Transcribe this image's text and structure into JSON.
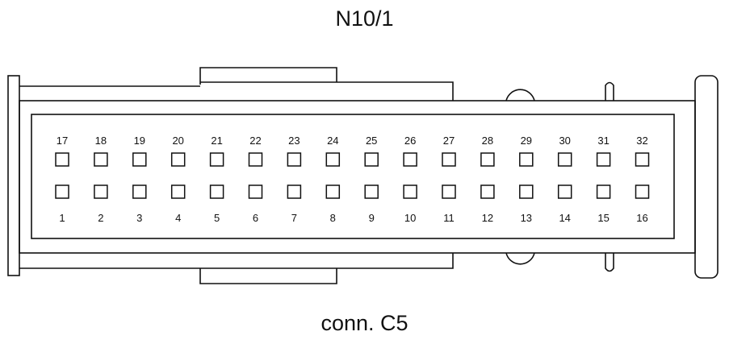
{
  "title": "N10/1",
  "caption": "conn. C5",
  "pins_top": [
    "17",
    "18",
    "19",
    "20",
    "21",
    "22",
    "23",
    "24",
    "25",
    "26",
    "27",
    "28",
    "29",
    "30",
    "31",
    "32"
  ],
  "pins_bottom": [
    "1",
    "2",
    "3",
    "4",
    "5",
    "6",
    "7",
    "8",
    "9",
    "10",
    "11",
    "12",
    "13",
    "14",
    "15",
    "16"
  ]
}
